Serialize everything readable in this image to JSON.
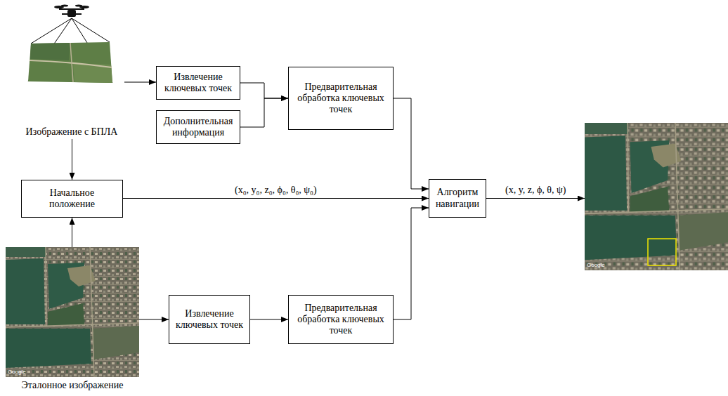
{
  "diagram": {
    "nodes": [
      {
        "text": [
          "Изображение с БПЛА"
        ]
      },
      {
        "text": [
          "Извлечение ключевых точек"
        ]
      },
      {
        "text": [
          "Дополнительная информация"
        ]
      },
      {
        "text": [
          "Предварительная обработка ключевых точек"
        ]
      },
      {
        "text": [
          "Начальное положение"
        ]
      },
      {
        "text": [
          "Алгоритм навигации"
        ]
      },
      {
        "text": [
          "Google"
        ]
      },
      {
        "text": [
          "Эталонное изображение",
          "Google"
        ]
      },
      {
        "text": [
          "Извлечение ключевых точек"
        ]
      },
      {
        "text": [
          "Предварительная обработка ключевых точек"
        ]
      }
    ],
    "edges": [
      {
        "from": 0,
        "to": 1,
        "arrow": "to"
      },
      {
        "from": 0,
        "to": 4,
        "arrow": "to"
      },
      {
        "from": 1,
        "to": 3,
        "arrow": "to"
      },
      {
        "from": 2,
        "to": 3,
        "arrow": "to"
      },
      {
        "from": 7,
        "to": 4,
        "arrow": "to"
      },
      {
        "from": 4,
        "to": 5,
        "label": "(x₀, y₀, z₀, ϕ₀, θ₀, ψ₀)",
        "arrow": "to"
      },
      {
        "from": 3,
        "to": 5,
        "arrow": "to"
      },
      {
        "from": 7,
        "to": 8,
        "arrow": "to"
      },
      {
        "from": 8,
        "to": 9,
        "arrow": "to"
      },
      {
        "from": 9,
        "to": 5,
        "arrow": "to"
      },
      {
        "from": 5,
        "to": 6,
        "label": "(x, y, z, ϕ, θ, ψ)",
        "arrow": "to"
      }
    ]
  }
}
